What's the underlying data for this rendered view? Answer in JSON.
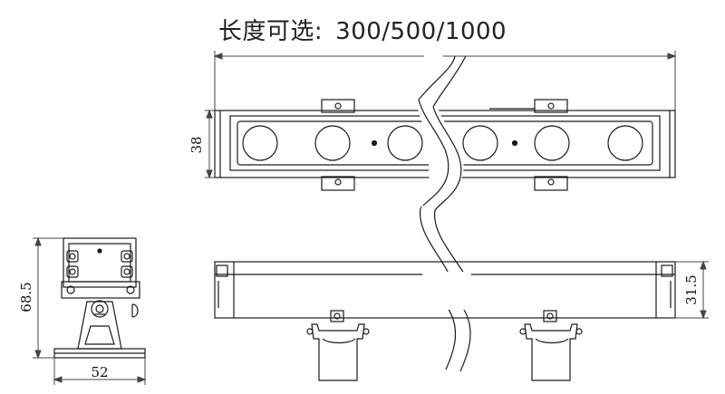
{
  "title": {
    "label": "长度可选:",
    "value": "300/500/1000"
  },
  "dimensions": {
    "front_height": "38",
    "side_height": "68.5",
    "side_width": "52",
    "bottom_height": "31.5"
  },
  "colors": {
    "line": "#1a1a1a",
    "dimension": "#444444",
    "background": "#ffffff"
  }
}
